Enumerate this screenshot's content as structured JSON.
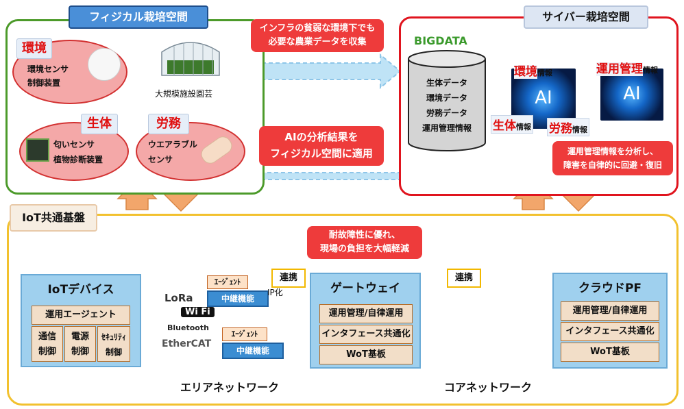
{
  "physical": {
    "title": "フィジカル栽培空間",
    "env": {
      "tag": "環境",
      "line1": "環境センサ",
      "line2": "制御装置"
    },
    "greenhouse_caption": "大規模施設園芸",
    "bio": {
      "tag": "生体",
      "line1": "匂いセンサ",
      "line2": "植物診断装置"
    },
    "labor": {
      "tag": "労務",
      "line1": "ウエアラブル",
      "line2": "センサ"
    }
  },
  "callouts": {
    "collect_line1": "インフラの貧弱な環境下でも",
    "collect_line2": "必要な農業データを収集",
    "apply_line1": "AIの分析結果を",
    "apply_line2": "フィジカル空間に適用",
    "durable_line1": "耐故障性に優れ、",
    "durable_line2": "現場の負担を大幅軽減",
    "autonomous_line1": "運用管理情報を分析し、",
    "autonomous_line2": "障害を自律的に回避・復旧"
  },
  "cyber": {
    "title": "サイバー栽培空間",
    "bigdata_label": "BIGDATA",
    "db_items": [
      "生体データ",
      "環境データ",
      "労務データ",
      "運用管理情報"
    ],
    "ai_text": "AI",
    "env_info": {
      "key": "環境",
      "suffix": "情報"
    },
    "ops_info": {
      "key": "運用管理",
      "suffix": "情報"
    },
    "bio_info": {
      "key": "生体",
      "suffix": "情報"
    },
    "labor_info": {
      "key": "労務",
      "suffix": "情報"
    }
  },
  "iot": {
    "title": "IoT共通基盤",
    "device": {
      "title": "IoTデバイス",
      "agent": "運用エージェント",
      "ctrl1": [
        "通信",
        "制御"
      ],
      "ctrl2": [
        "電源",
        "制御"
      ],
      "ctrl3": [
        "ｾｷｭﾘﾃｨ",
        "制御"
      ]
    },
    "area": {
      "lora": "LoRa",
      "wifi": "Wi Fi",
      "bluetooth": "Bluetooth",
      "ethercat": "EtherCAT",
      "agent_label": "ｴｰｼﾞｪﾝﾄ",
      "relay_label": "中継機能",
      "ip_label": "IP化",
      "name": "エリアネットワーク"
    },
    "link_label": "連携",
    "gateway": {
      "title": "ゲートウェイ",
      "row1": "運用管理/自律運用",
      "row2": "インタフェース共通化",
      "row3": "WoT基板"
    },
    "core_name": "コアネットワーク",
    "cloud": {
      "title": "クラウドPF",
      "row1": "運用管理/自律運用",
      "row2": "インタフェース共通化",
      "row3": "WoT基板"
    }
  },
  "colors": {
    "physical": "#4c9a2a",
    "cyber": "#e0141e",
    "iot": "#f2c12e",
    "accent_red": "#ee3b3b"
  }
}
